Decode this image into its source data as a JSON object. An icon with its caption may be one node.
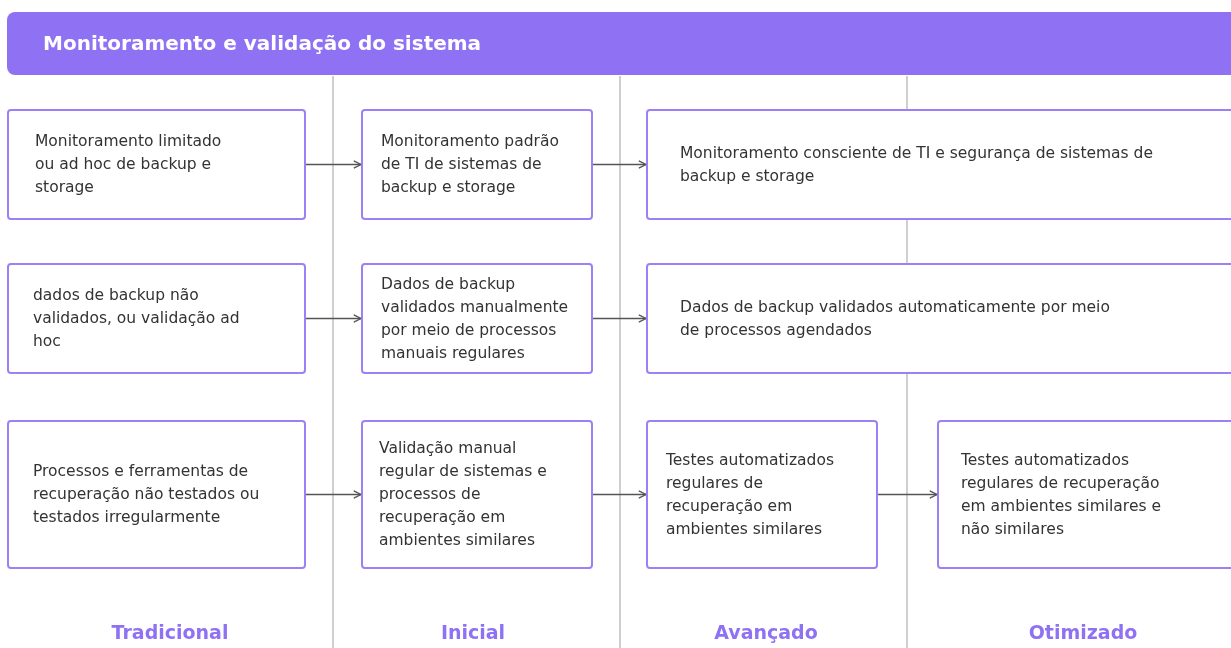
{
  "diagram": {
    "nodes": [
      {
        "text": [
          "Monitoramento e validação do sistema"
        ]
      },
      {
        "text": [
          "Monitoramento limitado ou ad hoc de backup e storage"
        ]
      },
      {
        "text": [
          "Monitoramento padrão de TI de sistemas de backup e storage"
        ]
      },
      {
        "text": [
          "Monitoramento consciente de TI e segurança de sistemas de backup e storage"
        ]
      },
      {
        "text": [
          "dados de backup não validados, ou validação ad hoc"
        ]
      },
      {
        "text": [
          "Dados de backup validados manualmente por meio de processos manuais regulares"
        ]
      },
      {
        "text": [
          "Dados de backup validados automaticamente por meio de processos agendados"
        ]
      },
      {
        "text": [
          "Processos e ferramentas de recuperação não testados ou testados irregularmente"
        ]
      },
      {
        "text": [
          "Validação manual regular de sistemas e processos de recuperação em ambientes similares"
        ]
      },
      {
        "text": [
          "Testes automatizados regulares de recuperação em ambientes similares"
        ]
      },
      {
        "text": [
          "Testes automatizados regulares de recuperação em ambientes similares e não similares"
        ]
      }
    ],
    "edges": [
      {
        "from": 1,
        "to": 2,
        "arrow": "to"
      },
      {
        "from": 2,
        "to": 3,
        "arrow": "to"
      },
      {
        "from": 4,
        "to": 5,
        "arrow": "to"
      },
      {
        "from": 5,
        "to": 6,
        "arrow": "to"
      },
      {
        "from": 7,
        "to": 8,
        "arrow": "to"
      },
      {
        "from": 8,
        "to": 9,
        "arrow": "to"
      },
      {
        "from": 9,
        "to": 10,
        "arrow": "to"
      }
    ],
    "labels": [
      "Tradicional",
      "Inicial",
      "Avançado",
      "Otimizado"
    ]
  }
}
